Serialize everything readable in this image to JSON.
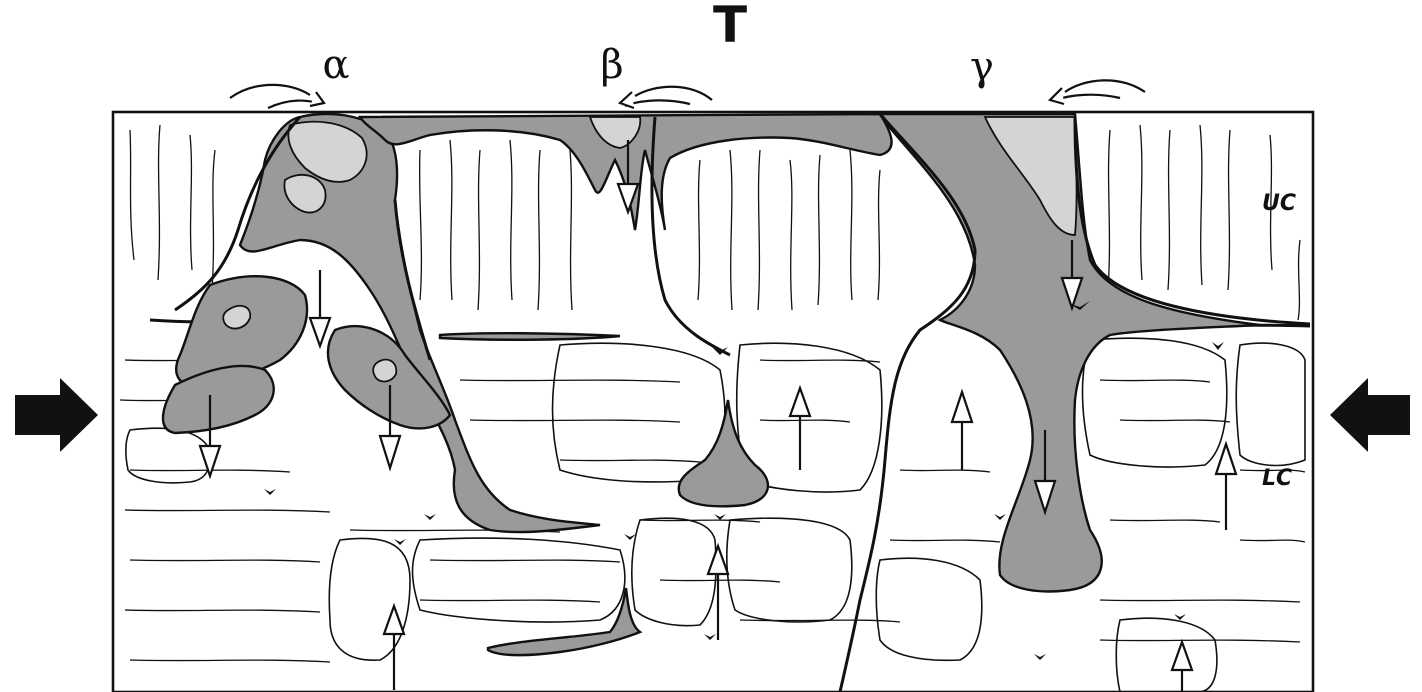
{
  "labels": {
    "top_marker": "T",
    "alpha": "α",
    "beta": "β",
    "gamma": "γ",
    "upper_zone": "UC",
    "lower_zone": "LC"
  },
  "colors": {
    "melt": "#9a9a9a",
    "melt_light": "#d4d4d4",
    "ink": "#111111",
    "background": "#ffffff"
  },
  "icons": {
    "compression_left": "right-arrow-icon",
    "compression_right": "left-arrow-icon",
    "surface_flow": "curved-arrow-icon",
    "melt_motion_down": "hollow-down-arrow-icon",
    "melt_motion_up": "hollow-up-arrow-icon"
  }
}
